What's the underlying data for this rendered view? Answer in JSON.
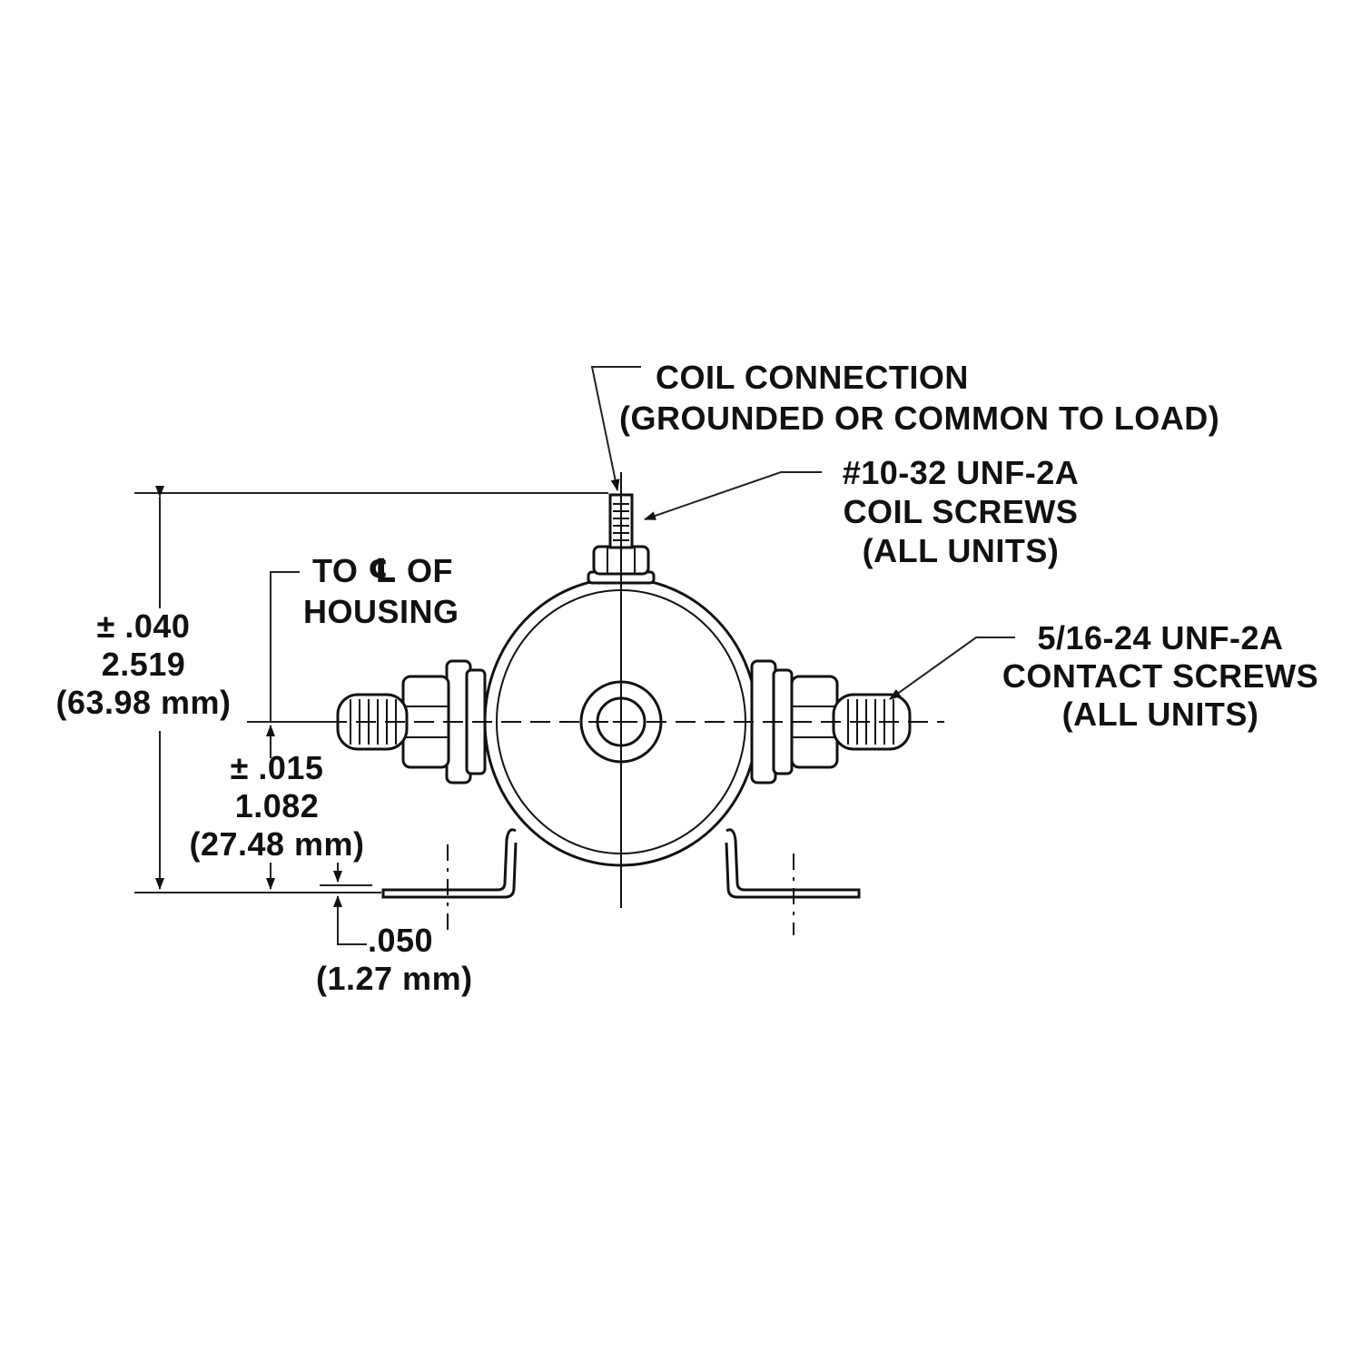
{
  "drawing": {
    "title": "Solenoid mounting dimensions",
    "colors": {
      "line": "#111111",
      "background": "#ffffff"
    }
  },
  "labels": {
    "coil_connection": {
      "line1": "COIL CONNECTION",
      "line2": "(GROUNDED OR COMMON TO LOAD)"
    },
    "coil_screws": {
      "line1": "#10-32 UNF-2A",
      "line2": "COIL SCREWS",
      "line3": "(ALL UNITS)"
    },
    "contact_screws": {
      "line1": "5/16-24 UNF-2A",
      "line2": "CONTACT SCREWS",
      "line3": "(ALL UNITS)"
    },
    "centerline_note": {
      "line1_a": "TO",
      "centerline_symbol": "℄",
      "line1_b": "OF",
      "line2": "HOUSING"
    }
  },
  "dimensions": {
    "overall_height": {
      "tolerance": "± .040",
      "value": "2.519",
      "metric": "(63.98 mm)"
    },
    "center_height": {
      "tolerance": "± .015",
      "value": "1.082",
      "metric": "(27.48 mm)"
    },
    "bracket_thickness": {
      "value": ".050",
      "metric": "(1.27 mm)"
    }
  }
}
